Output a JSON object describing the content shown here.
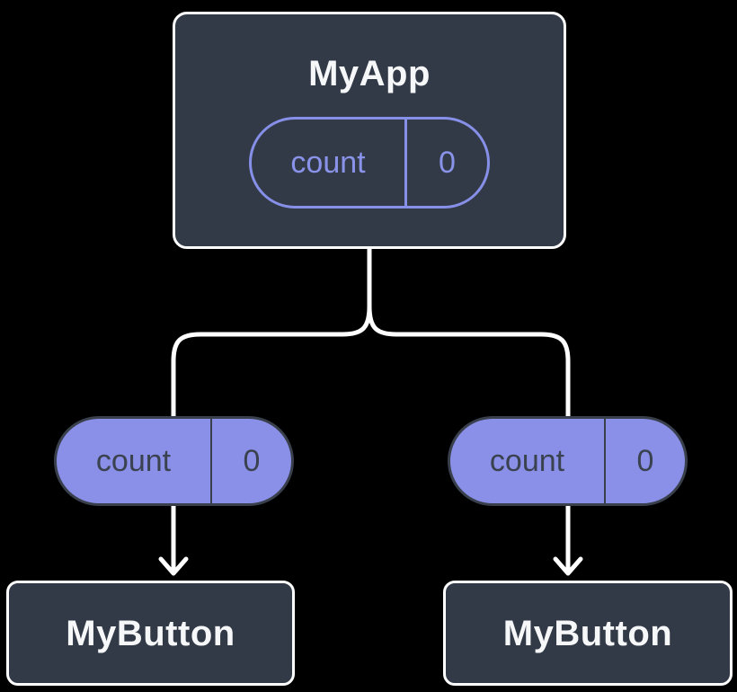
{
  "background": "#000000",
  "colors": {
    "node_fill": "#333A47",
    "node_border": "#FFFFFF",
    "connector": "#FFFFFF",
    "state_pill_outline": "#8690E8",
    "state_pill_text": "#8A93EA",
    "prop_pill_fill": "#8A90E8",
    "prop_pill_outline": "#39404C",
    "prop_pill_text": "#3A4250"
  },
  "root_node": {
    "title": "MyApp",
    "state_pill": {
      "name": "count",
      "value": "0"
    }
  },
  "prop_pills": [
    {
      "name": "count",
      "value": "0"
    },
    {
      "name": "count",
      "value": "0"
    }
  ],
  "child_nodes": [
    {
      "title": "MyButton"
    },
    {
      "title": "MyButton"
    }
  ]
}
